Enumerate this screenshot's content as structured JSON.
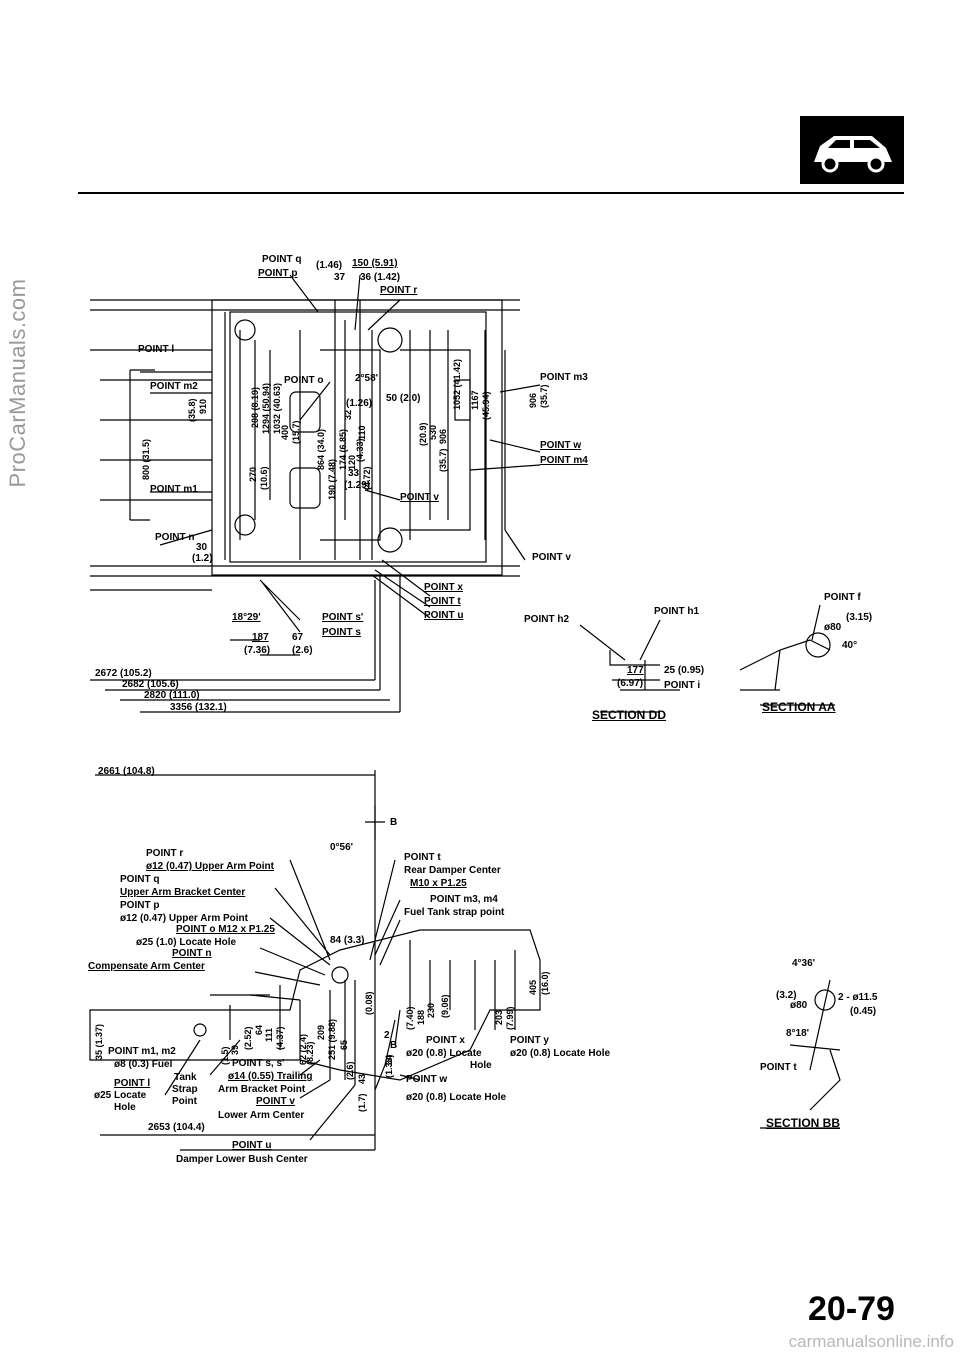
{
  "watermark_side": "ProCarManuals.com",
  "watermark_bottom": "carmanualsonline.info",
  "page_number": "20-79",
  "icons": {
    "header": "car-side-icon"
  },
  "top_view": {
    "point_q": "POINT q",
    "point_p": "POINT p",
    "point_r": "POINT r",
    "point_l": "POINT l",
    "point_m2": "POINT m2",
    "point_m1": "POINT m1",
    "point_n": "POINT n",
    "point_o": "POINT o",
    "point_m3": "POINT m3",
    "point_w": "POINT w",
    "point_m4": "POINT m4",
    "point_v_inner": "POINT v",
    "point_v_outer": "POINT v",
    "point_x": "POINT x",
    "point_t": "POINT t",
    "point_u": "POINT u",
    "point_s_prime": "POINT s'",
    "point_s": "POINT s",
    "dim_q": "(1.46)",
    "dim_150": "150 (5.91)",
    "dim_37": "37",
    "dim_36": "36 (1.42)",
    "dim_30": "30",
    "dim_1_2": "(1.2)",
    "angle_18": "18°29'",
    "dim_187": "187",
    "dim_7_36": "(7.36)",
    "dim_67": "67",
    "dim_2_6": "(2.6)",
    "dim_2672": "2672 (105.2)",
    "dim_2682": "2682 (105.6)",
    "dim_2820": "2820 (111.0)",
    "dim_3356": "3356 (132.1)",
    "v_800": "800 (31.5)",
    "v_35_8": "(35.8)",
    "v_910": "910",
    "v_208": "208 (8.19)",
    "v_1294": "1294 (50.94)",
    "v_1032": "1032 (40.63)",
    "v_270": "270",
    "v_10_6": "(10.6)",
    "v_400": "400",
    "v_15_7": "(15.7)",
    "v_864": "864 (34.0)",
    "v_190": "190 (7.48)",
    "v_174": "174 (6.85)",
    "v_120": "120",
    "v_110": "110",
    "v_32": "32",
    "v_1_26": "(1.26)",
    "v_4_33": "(4.33)",
    "v_4_72": "(4.72)",
    "v_33": "33",
    "v_1_29": "(1.29)",
    "v_50": "50 (2.0)",
    "v_20_9": "(20.9)",
    "v_530": "530",
    "v_906b": "906",
    "v_35_7b": "(35.7)",
    "v_1052": "1052 (41.42)",
    "v_1167": "1167",
    "v_45_94": "(45.94)",
    "v_906": "906",
    "v_35_7": "(35.7)",
    "v_2_58": "2°58'"
  },
  "section_dd": {
    "title": "SECTION DD",
    "point_h2": "POINT h2",
    "point_h1": "POINT h1",
    "point_i": "POINT i",
    "dim_177": "177",
    "dim_6_97": "(6.97)",
    "dim_25": "25 (0.95)"
  },
  "section_aa": {
    "title": "SECTION AA",
    "point_f": "POINT f",
    "dim_80": "ø80",
    "dim_3_15": "(3.15)",
    "angle_40": "40°"
  },
  "side_view": {
    "dim_2661": "2661 (104.8)",
    "marker_b": "B",
    "marker_b2": "B",
    "angle_0_56": "0°56'",
    "r_title": "POINT r",
    "r_desc": "ø12 (0.47) Upper Arm Point",
    "q_title": "POINT q",
    "q_desc": "Upper Arm Bracket Center",
    "p_title": "POINT p",
    "p_desc": "ø12 (0.47) Upper Arm Point",
    "o_title": "POINT o  M12 x P1.25",
    "o_desc": "ø25 (1.0) Locate Hole",
    "n_title": "POINT n",
    "n_desc": "Compensate Arm Center",
    "t_title": "POINT t",
    "t_desc1": "Rear Damper Center",
    "t_desc2": "M10 x P1.25",
    "m34_title": "POINT m3, m4",
    "m34_desc": "Fuel Tank strap point",
    "m12_title": "POINT m1, m2",
    "m12_desc1": "ø8 (0.3) Fuel",
    "m12_desc2": "Tank",
    "m12_desc3": "Strap",
    "m12_desc4": "Point",
    "l_title": "POINT l",
    "l_desc1": "ø25 Locate",
    "l_desc2": "Hole",
    "ss_title": "POINT s, s'",
    "ss_desc1": "ø14 (0.55) Trailing",
    "ss_desc2": "Arm Bracket Point",
    "v_title": "POINT v",
    "v_desc": "Lower Arm Center",
    "dim_2653": "2653 (104.4)",
    "u_title": "POINT u",
    "u_desc": "Damper Lower Bush Center",
    "x_title": "POINT x",
    "x_desc1": "ø20 (0.8) Locate",
    "x_desc2": "Hole",
    "y_title": "POINT y",
    "y_desc": "ø20 (0.8) Locate Hole",
    "w_title": "POINT w",
    "w_desc": "ø20 (0.8) Locate Hole",
    "v_35": "35 (1.37)",
    "v_39": "39",
    "v_1_5": "(1.5)",
    "v_64": "64",
    "v_2_52": "(2.52)",
    "v_111": "111",
    "v_4_37": "(4.37)",
    "v_62": "62 (2.4)",
    "v_209": "209",
    "v_8_23": "(8.23)",
    "v_251": "251 (9.88)",
    "v_65": "65",
    "v_2_6": "(2.6)",
    "v_43": "43",
    "v_1_7": "(1.7)",
    "v_84": "84 (3.3)",
    "v_08": "(0.08)",
    "v_2": "2",
    "v_34": "34",
    "v_1_33": "(1.33)",
    "v_188": "188",
    "v_7_40": "(7.40)",
    "v_230": "230",
    "v_9_06": "(9.06)",
    "v_203": "203",
    "v_7_99": "(7.99)",
    "v_405": "405",
    "v_16_0": "(16.0)"
  },
  "section_bb": {
    "title": "SECTION BB",
    "point_t": "POINT t",
    "angle_4": "4°36'",
    "dim_2_011": "2 - ø11.5",
    "dim_0_45": "(0.45)",
    "dim_80": "ø80",
    "dim_3_2": "(3.2)",
    "angle_8": "8°18'"
  }
}
